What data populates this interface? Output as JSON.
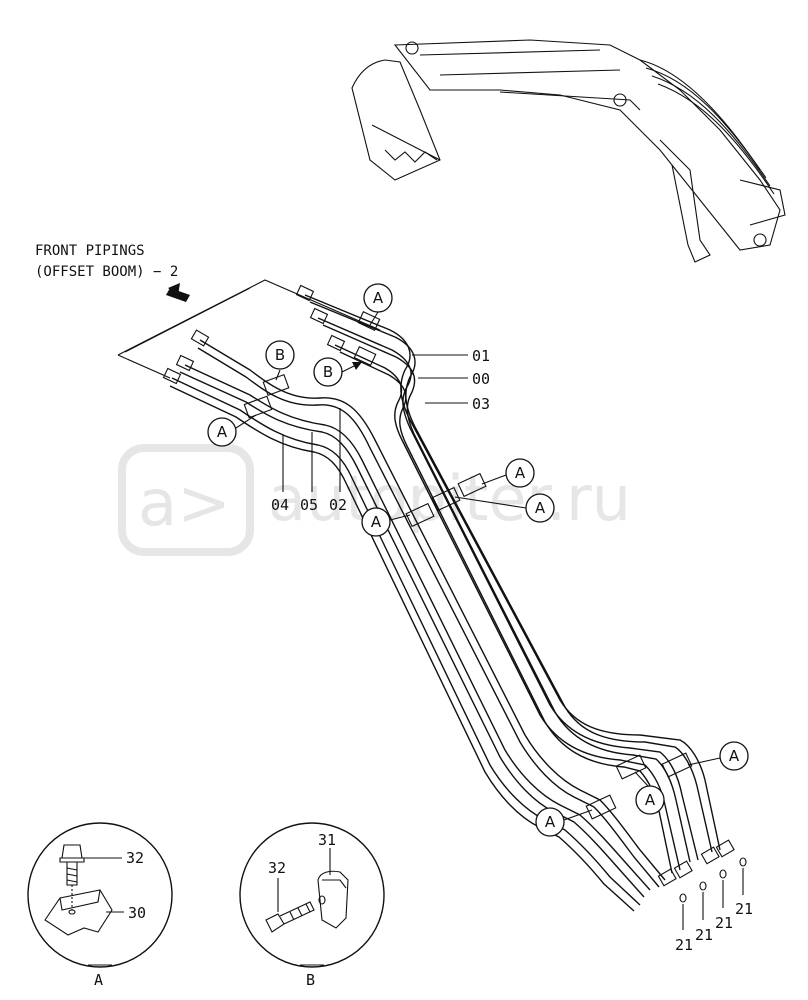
{
  "title": {
    "line1": "FRONT PIPINGS",
    "line2": "(OFFSET BOOM) − 2"
  },
  "watermark": {
    "logo": "a>",
    "text": "autopiter.ru",
    "color": "#e6e6e6"
  },
  "callouts": {
    "A": "A",
    "B": "B"
  },
  "part_numbers": {
    "p01": "01",
    "p00": "00",
    "p03": "03",
    "p04": "04",
    "p05": "05",
    "p02": "02",
    "p21": "21",
    "p30": "30",
    "p31": "31",
    "p32": "32"
  },
  "details": {
    "A": "A",
    "B": "B"
  },
  "icons": [
    "excavator-boom-icon",
    "direction-arrow-icon",
    "clamp-icon",
    "bolt-icon",
    "o-ring-icon"
  ]
}
